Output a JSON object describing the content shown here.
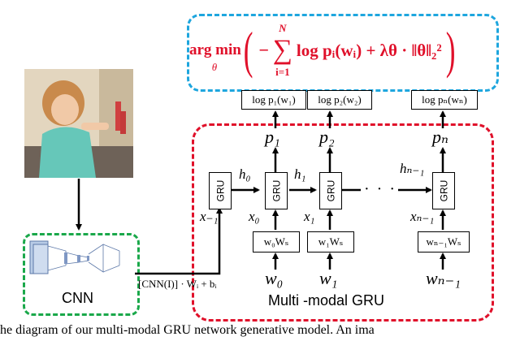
{
  "formula": {
    "argmin": "arg min",
    "argmin_sub": "θ",
    "open_paren": "(",
    "minus": "−",
    "sum": "∑",
    "sum_top": "N",
    "sum_bottom": "i=1",
    "term": "log pᵢ(wᵢ) + λθ · ‖θ‖₂²",
    "close_paren": ")"
  },
  "log_probs": [
    "log p₁(w₁)",
    "log p₂(w₂)",
    "log pₙ(wₙ)"
  ],
  "p_labels": [
    "p₁",
    "p₂",
    "pₙ"
  ],
  "h_labels": [
    "h₀",
    "h₁",
    "hₙ₋₁"
  ],
  "gru_label": "GRU",
  "x_labels": [
    "x₋₁",
    "x₀",
    "x₁",
    "xₙ₋₁"
  ],
  "word_embed_labels": [
    "w₀Wₛ",
    "w₁Wₛ",
    "wₙ₋₁Wₛ"
  ],
  "word_labels": [
    "w₀",
    "w₁",
    "wₙ₋₁"
  ],
  "ellipsis": "· · ·",
  "cnn_label": "CNN",
  "image_embed": "[CNN(I)] · Wᵢ + bᵢ",
  "gru_block_label": "Multi -modal GRU",
  "caption": "he diagram of our multi-modal GRU network generative model. An ima"
}
